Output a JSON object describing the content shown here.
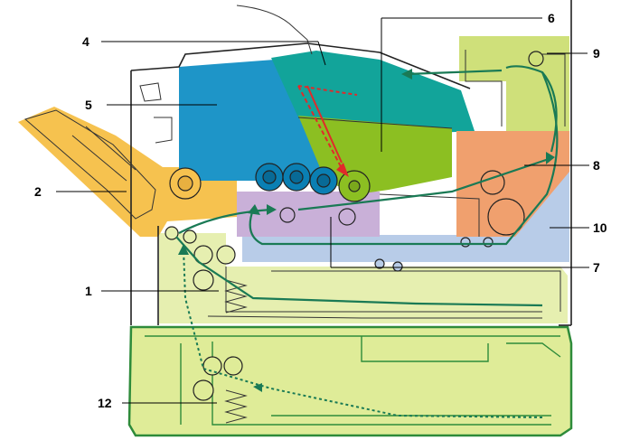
{
  "diagram": {
    "callouts": [
      {
        "id": "c1",
        "label": "1"
      },
      {
        "id": "c2",
        "label": "2"
      },
      {
        "id": "c4",
        "label": "4"
      },
      {
        "id": "c5",
        "label": "5"
      },
      {
        "id": "c6",
        "label": "6"
      },
      {
        "id": "c7",
        "label": "7"
      },
      {
        "id": "c8",
        "label": "8"
      },
      {
        "id": "c9",
        "label": "9"
      },
      {
        "id": "c10",
        "label": "10"
      },
      {
        "id": "c12",
        "label": "12"
      }
    ],
    "colors": {
      "cassette": "#e6efb0",
      "lower_feeder": "#dfec98",
      "lower_outline": "#2e8b3a",
      "manual_tray": "#f6c24f",
      "toner_container": "#1e95c8",
      "developer_units": "#0a7fb3",
      "laser_scanner": "#12a49a",
      "drum_unit": "#8cbf22",
      "fuser": "#f0a06e",
      "eject": "#cfe07a",
      "duplex": "#b8cce8",
      "transfer": "#c9b0d8",
      "paper_path": "#1a7a55",
      "laser_beam": "#e02a2a"
    }
  }
}
